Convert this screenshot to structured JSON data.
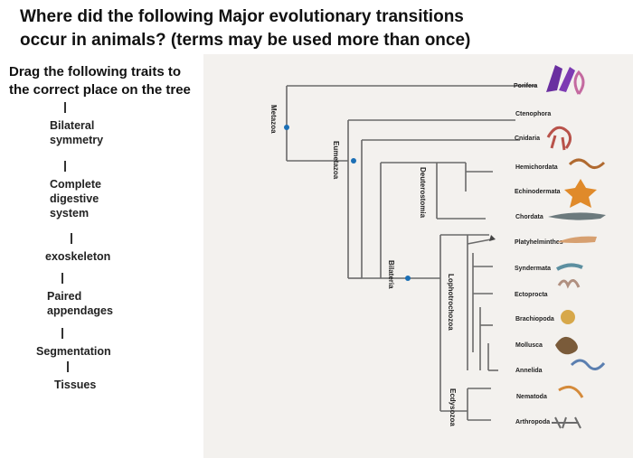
{
  "question": {
    "line1": "Where did the following Major evolutionary transitions",
    "line2": "occur in animals? (terms may be used more than once)"
  },
  "instructions": {
    "line1": "Drag the following traits to",
    "line2": "the correct place on the tree"
  },
  "traits": [
    {
      "id": "bilateral",
      "lines": [
        "Bilateral",
        "symmetry"
      ]
    },
    {
      "id": "digestive",
      "lines": [
        "Complete",
        "digestive",
        "system"
      ]
    },
    {
      "id": "exoskeleton",
      "lines": [
        "exoskeleton"
      ]
    },
    {
      "id": "appendages",
      "lines": [
        "Paired",
        "appendages"
      ]
    },
    {
      "id": "segmentation",
      "lines": [
        "Segmentation"
      ]
    },
    {
      "id": "tissues",
      "lines": [
        "Tissues"
      ]
    }
  ],
  "clades": {
    "metazoa": "Metazoa",
    "eumetazoa": "Eumetazoa",
    "deuterostomia": "Deuterostomia",
    "bilateria": "Bilateria",
    "lophotrochozoa": "Lophotrochozoa",
    "ecdysozoa": "Ecdysozoa"
  },
  "taxa": [
    "Porifera",
    "Ctenophora",
    "Cnidaria",
    "Hemichordata",
    "Echinodermata",
    "Chordata",
    "Platyhelminthes",
    "Syndermata",
    "Ectoprocta",
    "Brachiopoda",
    "Mollusca",
    "Annelida",
    "Nematoda",
    "Arthropoda"
  ],
  "colors": {
    "node": "#1b6fb5",
    "panel": "#f3f1ee",
    "branch": "#6a6a6a"
  }
}
